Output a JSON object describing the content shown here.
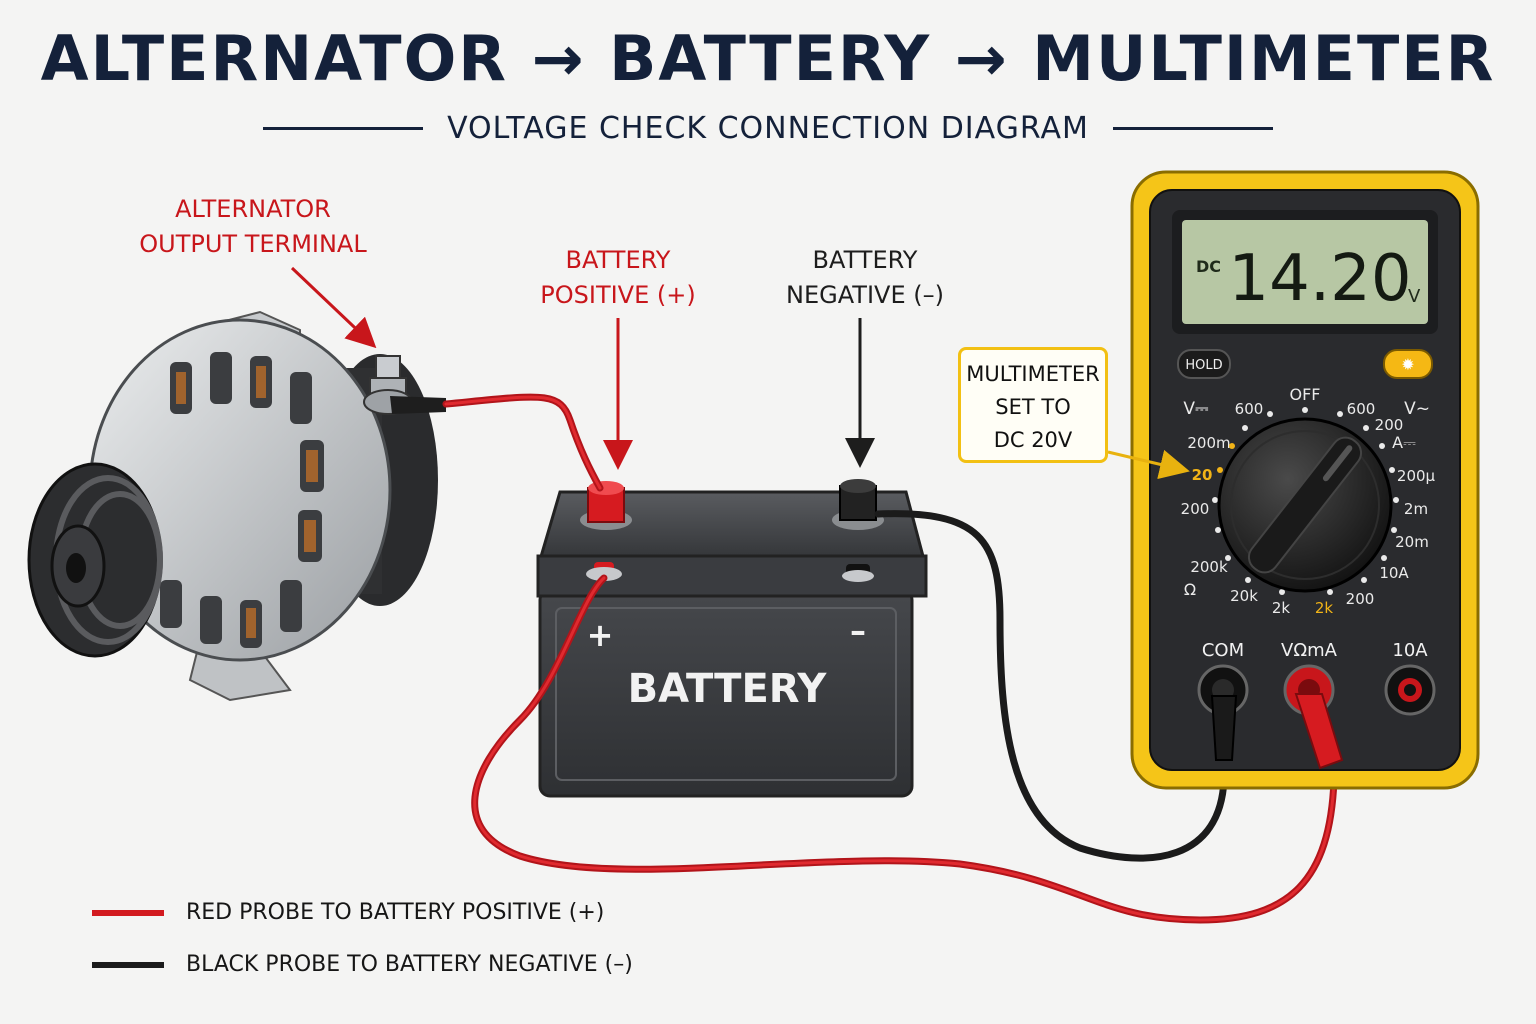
{
  "header": {
    "title": "ALTERNATOR → BATTERY → MULTIMETER",
    "subtitle": "VOLTAGE CHECK CONNECTION DIAGRAM"
  },
  "labels": {
    "alternator_line1": "ALTERNATOR",
    "alternator_line2": "OUTPUT TERMINAL",
    "battery_pos_line1": "BATTERY",
    "battery_pos_line2": "POSITIVE (+)",
    "battery_neg_line1": "BATTERY",
    "battery_neg_line2": "NEGATIVE (–)"
  },
  "battery": {
    "label": "BATTERY",
    "plus": "+",
    "minus": "–"
  },
  "multimeter": {
    "display_mode": "DC",
    "reading": "14.20",
    "unit": "V",
    "hold_label": "HOLD",
    "backlight_glyph": "✹",
    "dial": {
      "off": "OFF",
      "v_dc": "V⎓",
      "v_ac": "V~",
      "a_dc": "A⎓",
      "ohm": "Ω",
      "dcv_600": "600",
      "dcv_200": "200",
      "dcv_20": "20",
      "dcv_200m": "200m",
      "acv_600": "600",
      "acv_200": "200",
      "a_200u": "200μ",
      "a_2m": "2m",
      "a_20m": "20m",
      "a_10a": "10A",
      "a_200": "200",
      "ohm_200k": "200k",
      "ohm_20k": "20k",
      "ohm_2k": "2k",
      "ohm_2k_alt": "2k"
    },
    "jacks": {
      "com": "COM",
      "vohm": "VΩmA",
      "ten_a": "10A"
    }
  },
  "callout": {
    "line1": "MULTIMETER",
    "line2": "SET TO",
    "line3": "DC 20V"
  },
  "legend": [
    {
      "text": "RED PROBE TO BATTERY POSITIVE (+)",
      "color": "#d21a1f"
    },
    {
      "text": "BLACK PROBE TO BATTERY NEGATIVE (–)",
      "color": "#1b1b1b"
    }
  ],
  "colors": {
    "title": "#14213a",
    "red_wire": "#d21a1f",
    "black_wire": "#1b1b1b",
    "meter_yellow": "#f5c518",
    "lcd": "#b7c7a4",
    "battery_body": "#3b3d40"
  }
}
